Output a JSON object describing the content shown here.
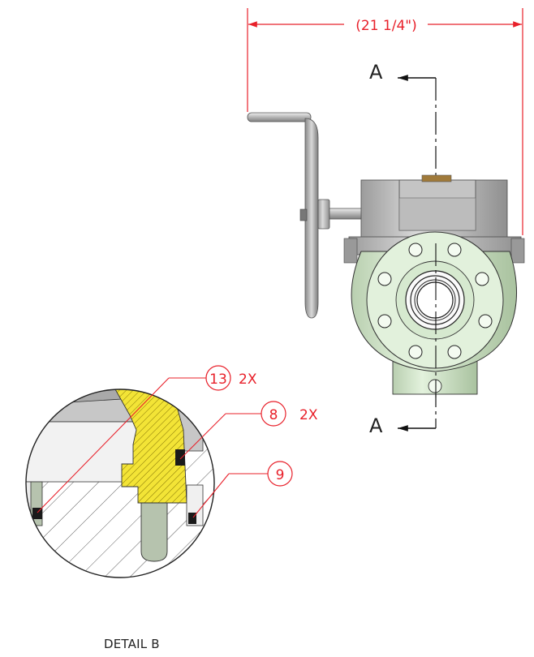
{
  "dimension": {
    "label": "(21 1/4\")"
  },
  "section": {
    "top_label": "A",
    "bottom_label": "A"
  },
  "balloons": [
    {
      "number": "13",
      "qty": "2X"
    },
    {
      "number": "8",
      "qty": "2X"
    },
    {
      "number": "9",
      "qty": ""
    }
  ],
  "detail": {
    "caption": "DETAIL B"
  },
  "colors": {
    "dimension_red": "#e8202a",
    "body_green": "#d9ecd2",
    "seat_yellow": "#f2e23a",
    "gear_grey": "#c9c9c9",
    "seal_black": "#1a1a1a"
  }
}
